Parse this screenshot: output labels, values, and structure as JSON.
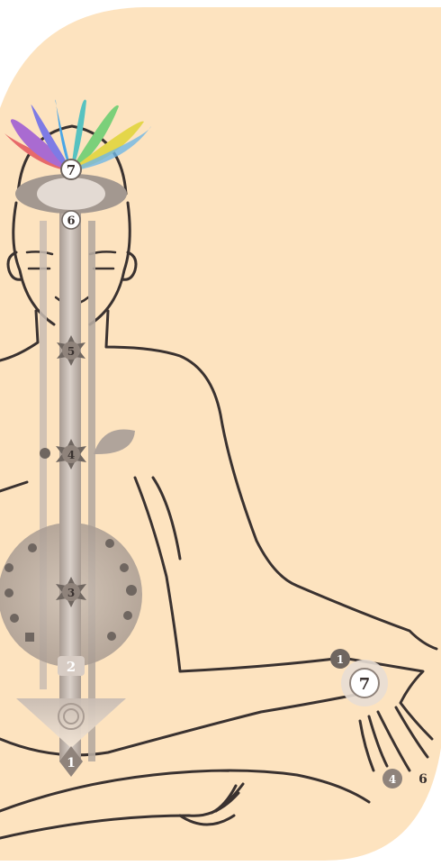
{
  "colors": {
    "background_card": "#fde3bf",
    "page_bg": "#ffffff",
    "body_outline": "#3a3230",
    "channel": "#b6aaa0",
    "channel_dark": "#8f837b",
    "chakra_disc": "#6f6660",
    "circle_disc": "#b9ada3"
  },
  "chakras": {
    "crown": "7",
    "third_eye": "6",
    "throat": "5",
    "heart": "4",
    "solar_plexus": "3",
    "sacral": "2",
    "root": "1"
  },
  "hand": {
    "palm": "7",
    "thumb": "1",
    "finger_a": "4",
    "finger_b": "6"
  },
  "icons": {
    "lotus": "lotus-crown-icon",
    "throat": "sun-star-icon",
    "heart": "sun-star-icon",
    "solar": "sun-star-icon"
  }
}
